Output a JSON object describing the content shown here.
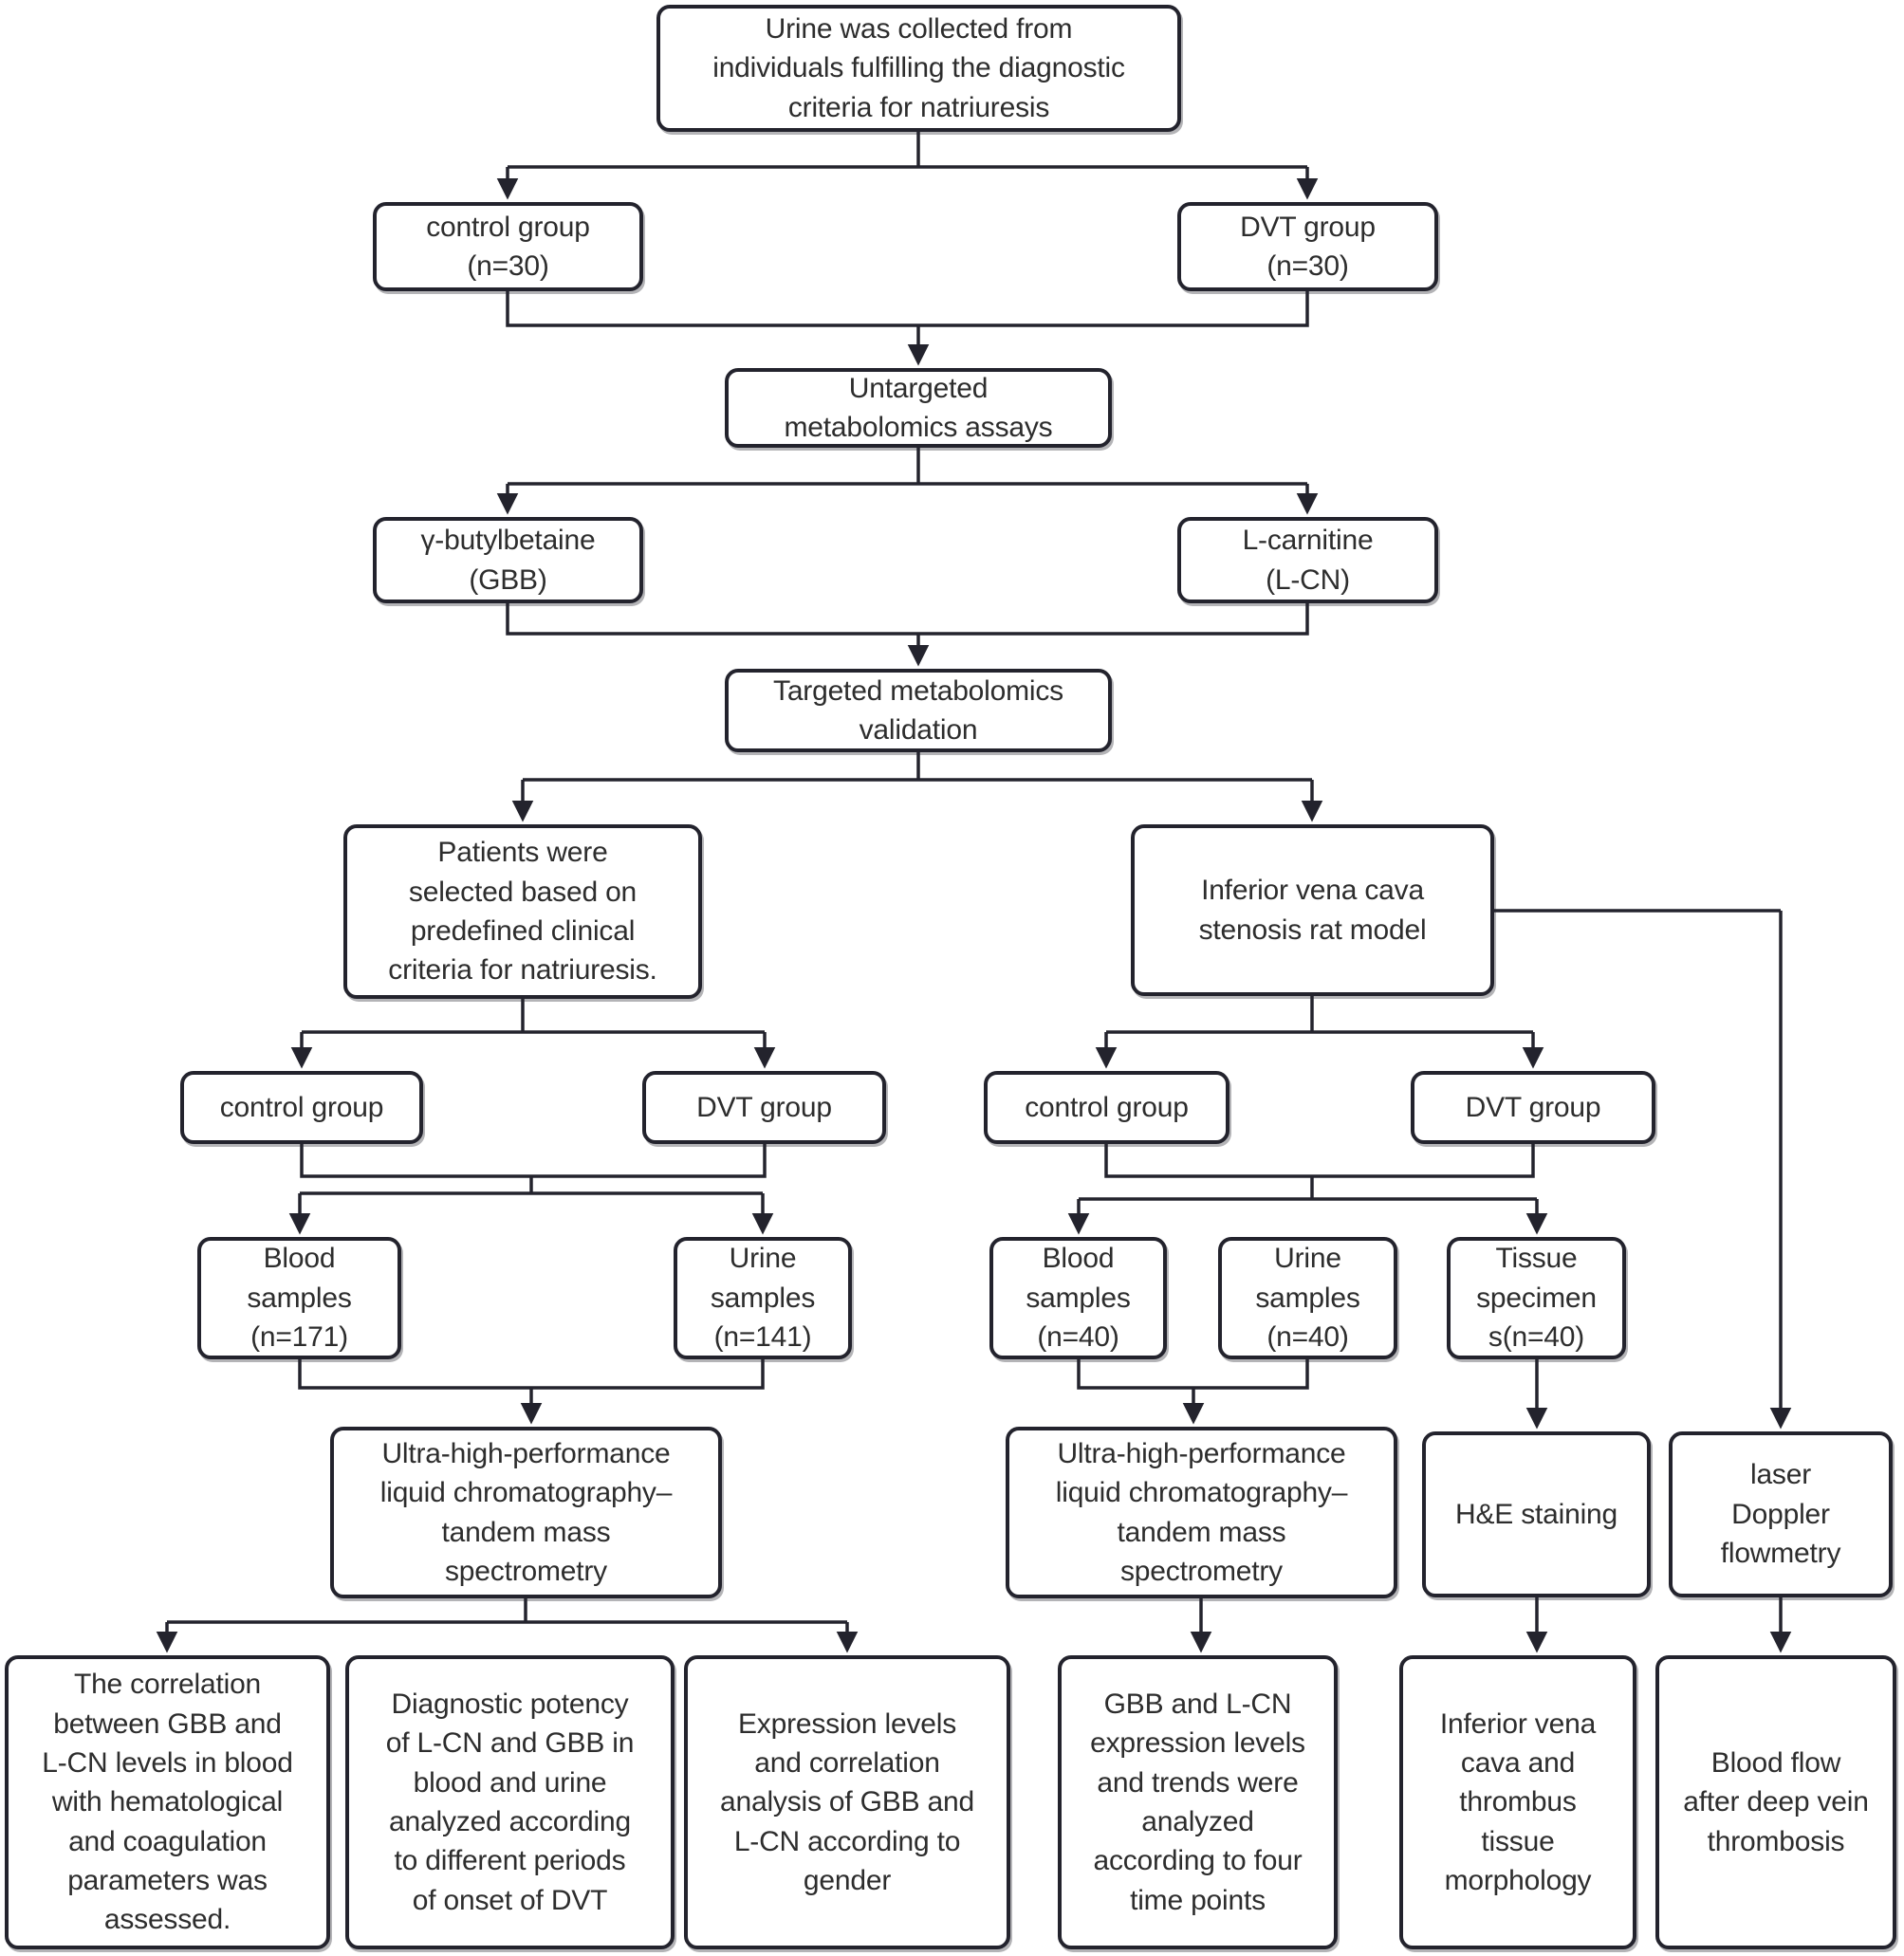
{
  "colors": {
    "line": "#23232d",
    "box_border": "#23232d",
    "text": "#2d2d2d",
    "background": "#ffffff"
  },
  "nodes": {
    "urine_collected": {
      "label": "Urine was collected from\nindividuals fulfilling the diagnostic\ncriteria for natriuresis"
    },
    "control_group_human": {
      "label": "control group\n(n=30)"
    },
    "dvt_group_human": {
      "label": "DVT group\n(n=30)"
    },
    "untargeted": {
      "label": "Untargeted\nmetabolomics assays"
    },
    "gbb": {
      "label": "γ-butylbetaine\n(GBB)"
    },
    "lcn": {
      "label": "L-carnitine\n(L-CN)"
    },
    "targeted": {
      "label": "Targeted metabolomics\nvalidation"
    },
    "patients": {
      "label": "Patients were\nselected based on\npredefined clinical\ncriteria for natriuresis."
    },
    "rat_model": {
      "label": "Inferior vena cava\nstenosis rat model"
    },
    "control_group_clinical": {
      "label": "control group"
    },
    "dvt_group_clinical": {
      "label": "DVT group"
    },
    "control_group_rat": {
      "label": "control group"
    },
    "dvt_group_rat": {
      "label": "DVT group"
    },
    "blood_samples_human": {
      "label": "Blood\nsamples\n(n=171)"
    },
    "urine_samples_human": {
      "label": "Urine\nsamples\n(n=141)"
    },
    "blood_samples_rat": {
      "label": "Blood\nsamples\n(n=40)"
    },
    "urine_samples_rat": {
      "label": "Urine\nsamples\n(n=40)"
    },
    "tissue_specimens_rat": {
      "label": "Tissue\nspecimen\ns(n=40)"
    },
    "uhplc_human": {
      "label": "Ultra-high-performance\nliquid chromatography–\ntandem mass\nspectrometry"
    },
    "uhplc_rat": {
      "label": "Ultra-high-performance\nliquid chromatography–\ntandem mass\nspectrometry"
    },
    "he_staining": {
      "label": "H&E staining"
    },
    "laser_doppler": {
      "label": "laser\nDoppler\nflowmetry"
    },
    "outcome_correlation_blood": {
      "label": "The correlation\nbetween GBB and\nL-CN levels in blood\nwith hematological\nand coagulation\nparameters was\nassessed."
    },
    "outcome_diagnostic_potency": {
      "label": "Diagnostic potency\nof L-CN and GBB in\nblood and urine\nanalyzed according\nto different periods\nof onset of DVT"
    },
    "outcome_gender": {
      "label": "Expression levels\nand correlation\nanalysis of GBB and\nL-CN according to\ngender"
    },
    "outcome_time_points": {
      "label": "GBB and L-CN\nexpression levels\nand trends were\nanalyzed\naccording to four\ntime points"
    },
    "outcome_morphology": {
      "label": "Inferior vena\ncava and\nthrombus\ntissue\nmorphology"
    },
    "outcome_blood_flow": {
      "label": "Blood flow\nafter deep vein\nthrombosis"
    }
  },
  "edges": [
    [
      "urine_collected",
      "control_group_human"
    ],
    [
      "urine_collected",
      "dvt_group_human"
    ],
    [
      "control_group_human",
      "untargeted"
    ],
    [
      "dvt_group_human",
      "untargeted"
    ],
    [
      "untargeted",
      "gbb"
    ],
    [
      "untargeted",
      "lcn"
    ],
    [
      "gbb",
      "targeted"
    ],
    [
      "lcn",
      "targeted"
    ],
    [
      "targeted",
      "patients"
    ],
    [
      "targeted",
      "rat_model"
    ],
    [
      "patients",
      "control_group_clinical"
    ],
    [
      "patients",
      "dvt_group_clinical"
    ],
    [
      "rat_model",
      "control_group_rat"
    ],
    [
      "rat_model",
      "dvt_group_rat"
    ],
    [
      "rat_model",
      "laser_doppler"
    ],
    [
      "control_group_clinical",
      "blood_samples_human"
    ],
    [
      "control_group_clinical",
      "urine_samples_human"
    ],
    [
      "dvt_group_clinical",
      "blood_samples_human"
    ],
    [
      "dvt_group_clinical",
      "urine_samples_human"
    ],
    [
      "control_group_rat",
      "blood_samples_rat"
    ],
    [
      "control_group_rat",
      "tissue_specimens_rat"
    ],
    [
      "dvt_group_rat",
      "blood_samples_rat"
    ],
    [
      "dvt_group_rat",
      "tissue_specimens_rat"
    ],
    [
      "blood_samples_human",
      "uhplc_human"
    ],
    [
      "urine_samples_human",
      "uhplc_human"
    ],
    [
      "blood_samples_rat",
      "uhplc_rat"
    ],
    [
      "urine_samples_rat",
      "uhplc_rat"
    ],
    [
      "tissue_specimens_rat",
      "he_staining"
    ],
    [
      "uhplc_human",
      "outcome_correlation_blood"
    ],
    [
      "uhplc_human",
      "outcome_gender"
    ],
    [
      "uhplc_rat",
      "outcome_time_points"
    ],
    [
      "he_staining",
      "outcome_morphology"
    ],
    [
      "laser_doppler",
      "outcome_blood_flow"
    ]
  ]
}
